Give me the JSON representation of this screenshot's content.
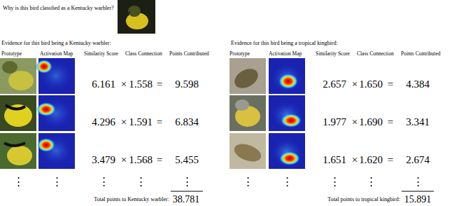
{
  "diagram": {
    "title": "Why is this bird classfied as a Kentucky warbler?",
    "labels": [
      "Evidence for this bird being a Kentucky warbler:",
      "Prototype",
      "Activation Map",
      "Similarity Score",
      "Class Connection",
      "Points Contributed",
      "Evidence for this bird being a tropical kingbird:",
      "Prototype",
      "Activation Map",
      "Similarity Score",
      "Class Connection",
      "Points Contributed",
      "6.161",
      "×",
      "1.558",
      "=",
      "9.598",
      "2.657",
      "×",
      "1.650",
      "=",
      "4.384",
      "4.296",
      "×",
      "1.591",
      "=",
      "6.834",
      "1.977",
      "×",
      "1.690",
      "=",
      "3.341",
      "3.479",
      "×",
      "1.568",
      "=",
      "5.455",
      "1.651",
      "×",
      "1.620",
      "=",
      "2.674",
      "⋮",
      "⋮",
      "⋮",
      "⋮",
      "⋮",
      "⋮",
      "⋮",
      "⋮",
      "⋮",
      "⋮",
      "Total points to Kentucky warbler:",
      "38.781",
      "Total points to tropical kingbird:",
      "15.891"
    ]
  }
}
